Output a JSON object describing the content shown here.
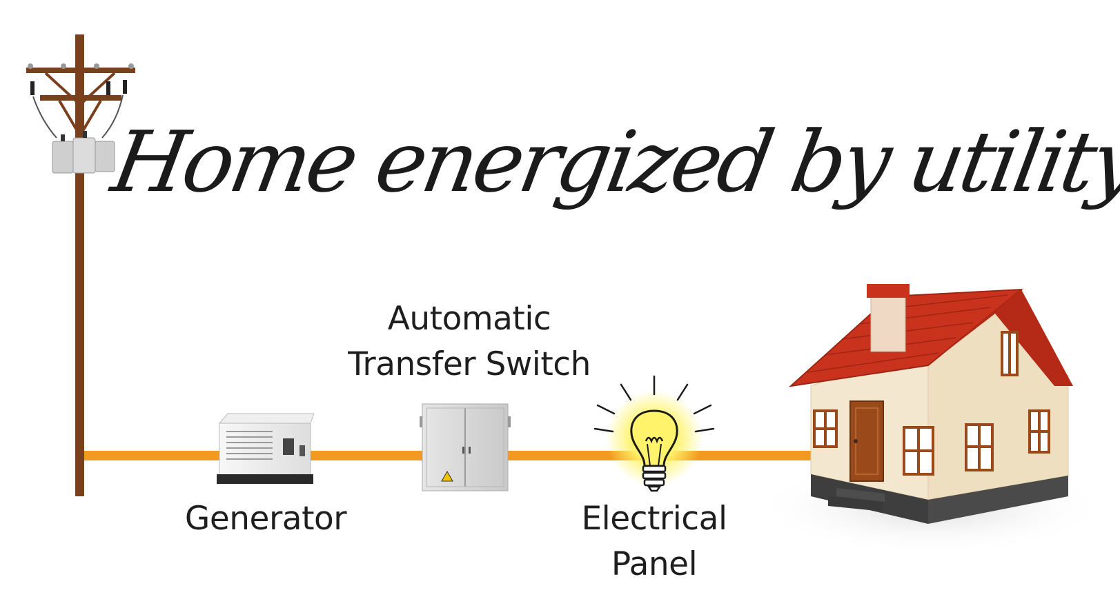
{
  "title": "Home energized by utility",
  "labels": {
    "ats_line1": "Automatic",
    "ats_line2": "Transfer Switch",
    "generator": "Generator",
    "panel_line1": "Electrical",
    "panel_line2": "Panel"
  },
  "icons": {
    "pole": "utility-pole-icon",
    "generator": "generator-icon",
    "ats": "transfer-switch-cabinet-icon",
    "bulb": "light-bulb-icon",
    "house": "house-icon"
  },
  "colors": {
    "power_line": "#f29a1f",
    "pole_wood": "#7a3f1c",
    "roof": "#c9321c",
    "wall": "#f4e7cf",
    "door": "#9a4a1a",
    "glow": "#fff36b"
  }
}
